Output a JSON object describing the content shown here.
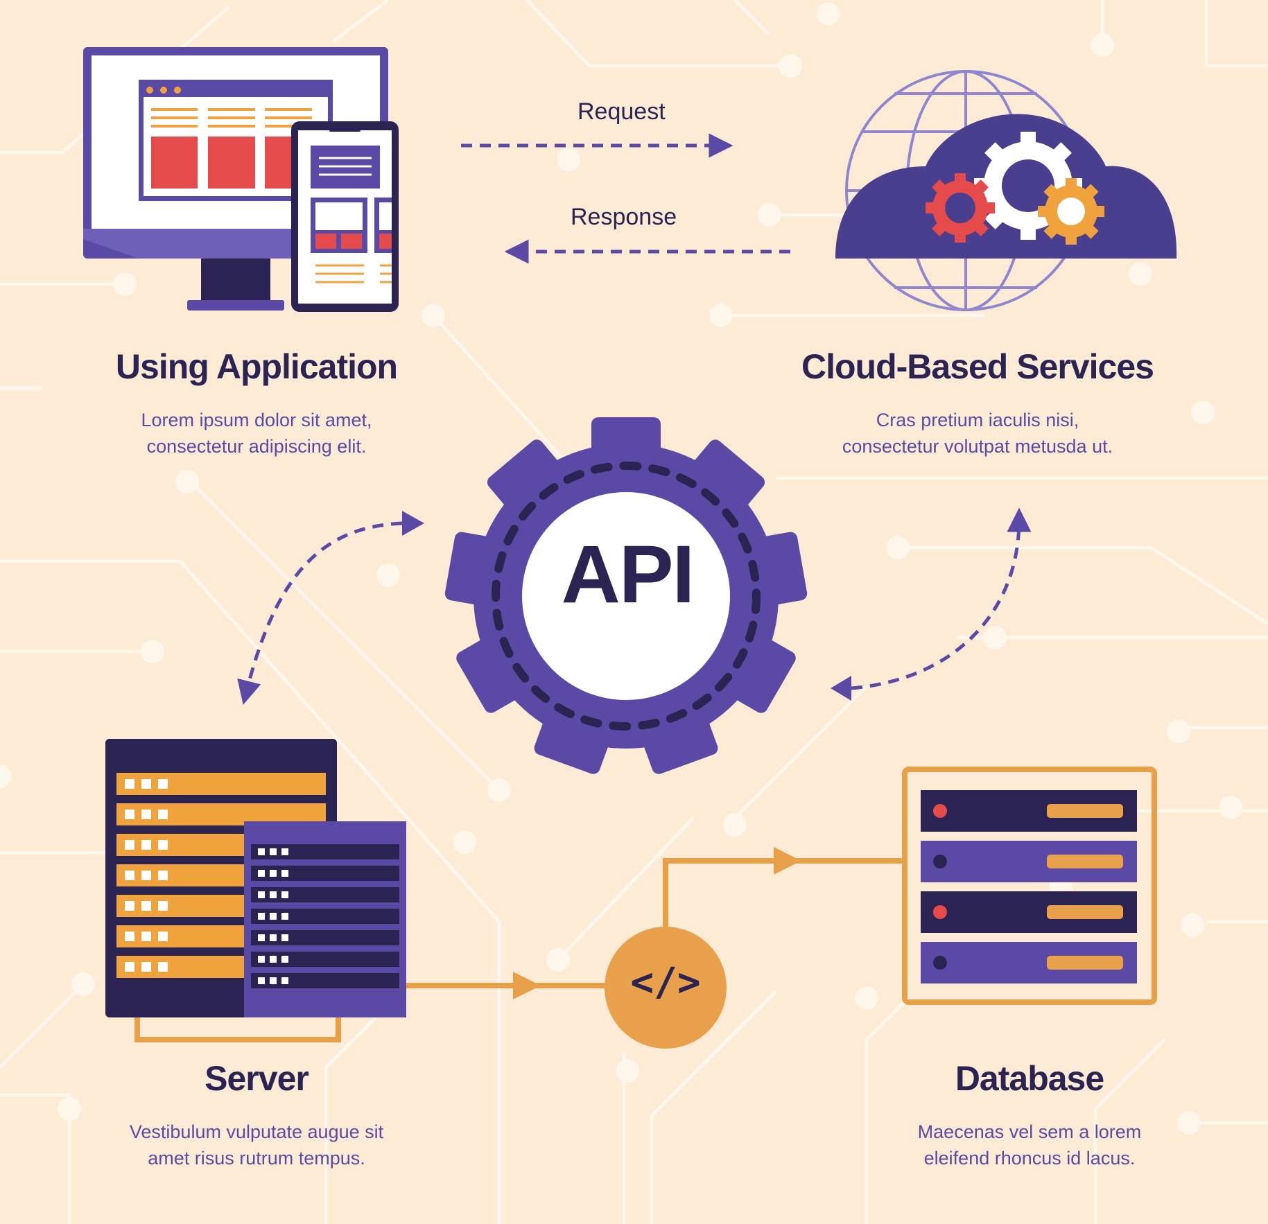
{
  "colors": {
    "background": "#fdebd6",
    "circuit": "#fff6ec",
    "purple": "#5a4aa6",
    "dark_navy": "#2b2452",
    "orange": "#f0a23c",
    "red": "#e54b4b",
    "globe": "#8f86cf"
  },
  "flow": {
    "request_label": "Request",
    "response_label": "Response"
  },
  "center": {
    "label": "API",
    "icon": "gear-icon"
  },
  "connector": {
    "label": "</>",
    "icon": "code-icon"
  },
  "nodes": {
    "application": {
      "title": "Using Application",
      "desc_line1": "Lorem ipsum dolor sit amet,",
      "desc_line2": "consectetur adipiscing elit.",
      "icon": "monitor-phone-icon"
    },
    "cloud": {
      "title": "Cloud-Based Services",
      "desc_line1": "Cras pretium iaculis nisi,",
      "desc_line2": "consectetur volutpat metusda ut.",
      "icon": "cloud-globe-gears-icon"
    },
    "server": {
      "title": "Server",
      "desc_line1": "Vestibulum vulputate augue sit",
      "desc_line2": "amet risus rutrum tempus.",
      "icon": "server-rack-icon"
    },
    "database": {
      "title": "Database",
      "desc_line1": "Maecenas vel sem a lorem",
      "desc_line2": "eleifend rhoncus id lacus.",
      "icon": "database-icon"
    }
  }
}
